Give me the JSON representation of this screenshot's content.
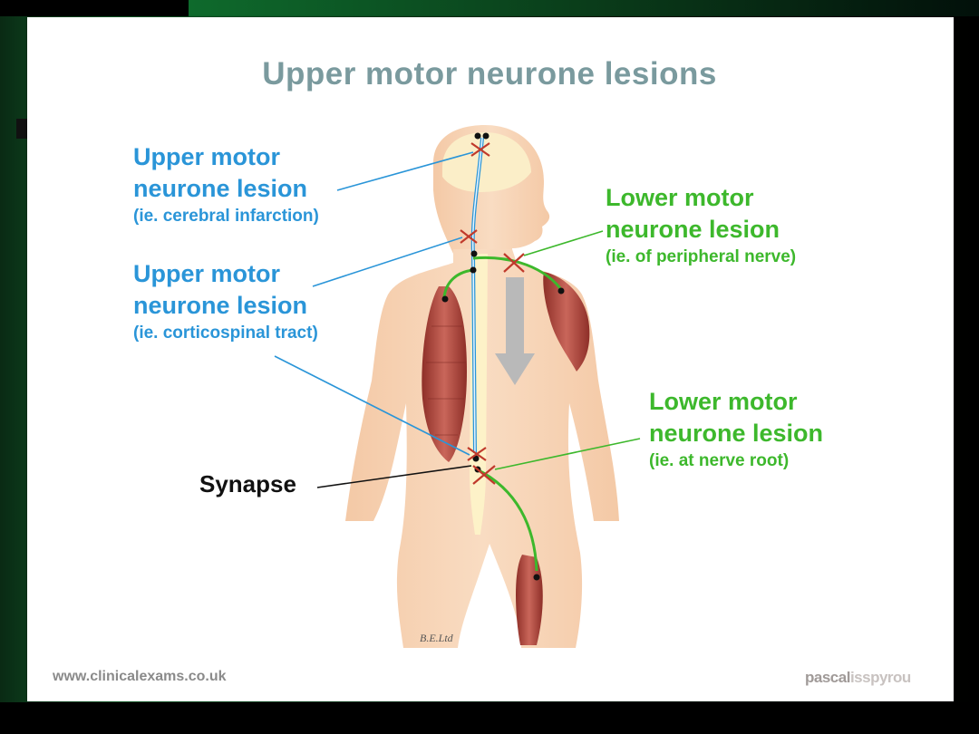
{
  "slide": {
    "title": "Upper motor neurone lesions",
    "labels": {
      "umn_cerebral": {
        "line1": "Upper motor",
        "line2": "neurone lesion",
        "detail": "(ie. cerebral infarction)"
      },
      "umn_cortico": {
        "line1": "Upper motor",
        "line2": "neurone lesion",
        "detail": "(ie. corticospinal tract)"
      },
      "lmn_peripheral": {
        "line1": "Lower motor",
        "line2": "neurone lesion",
        "detail": "(ie. of peripheral nerve)"
      },
      "lmn_root": {
        "line1": "Lower motor",
        "line2": "neurone lesion",
        "detail": "(ie. at nerve root)"
      },
      "synapse": "Synapse"
    },
    "credit": "B.E.Ltd",
    "footer_url": "www.clinicalexams.co.uk",
    "logo": {
      "part1": "pascal",
      "part2": "isspyrou"
    }
  },
  "colors": {
    "upper_motor": "#2a95d8",
    "lower_motor": "#3db82c",
    "lesion_mark": "#c0392b",
    "skin": "#f7d3b5",
    "muscle": "#b84a3e",
    "title": "#7a9a9e"
  }
}
